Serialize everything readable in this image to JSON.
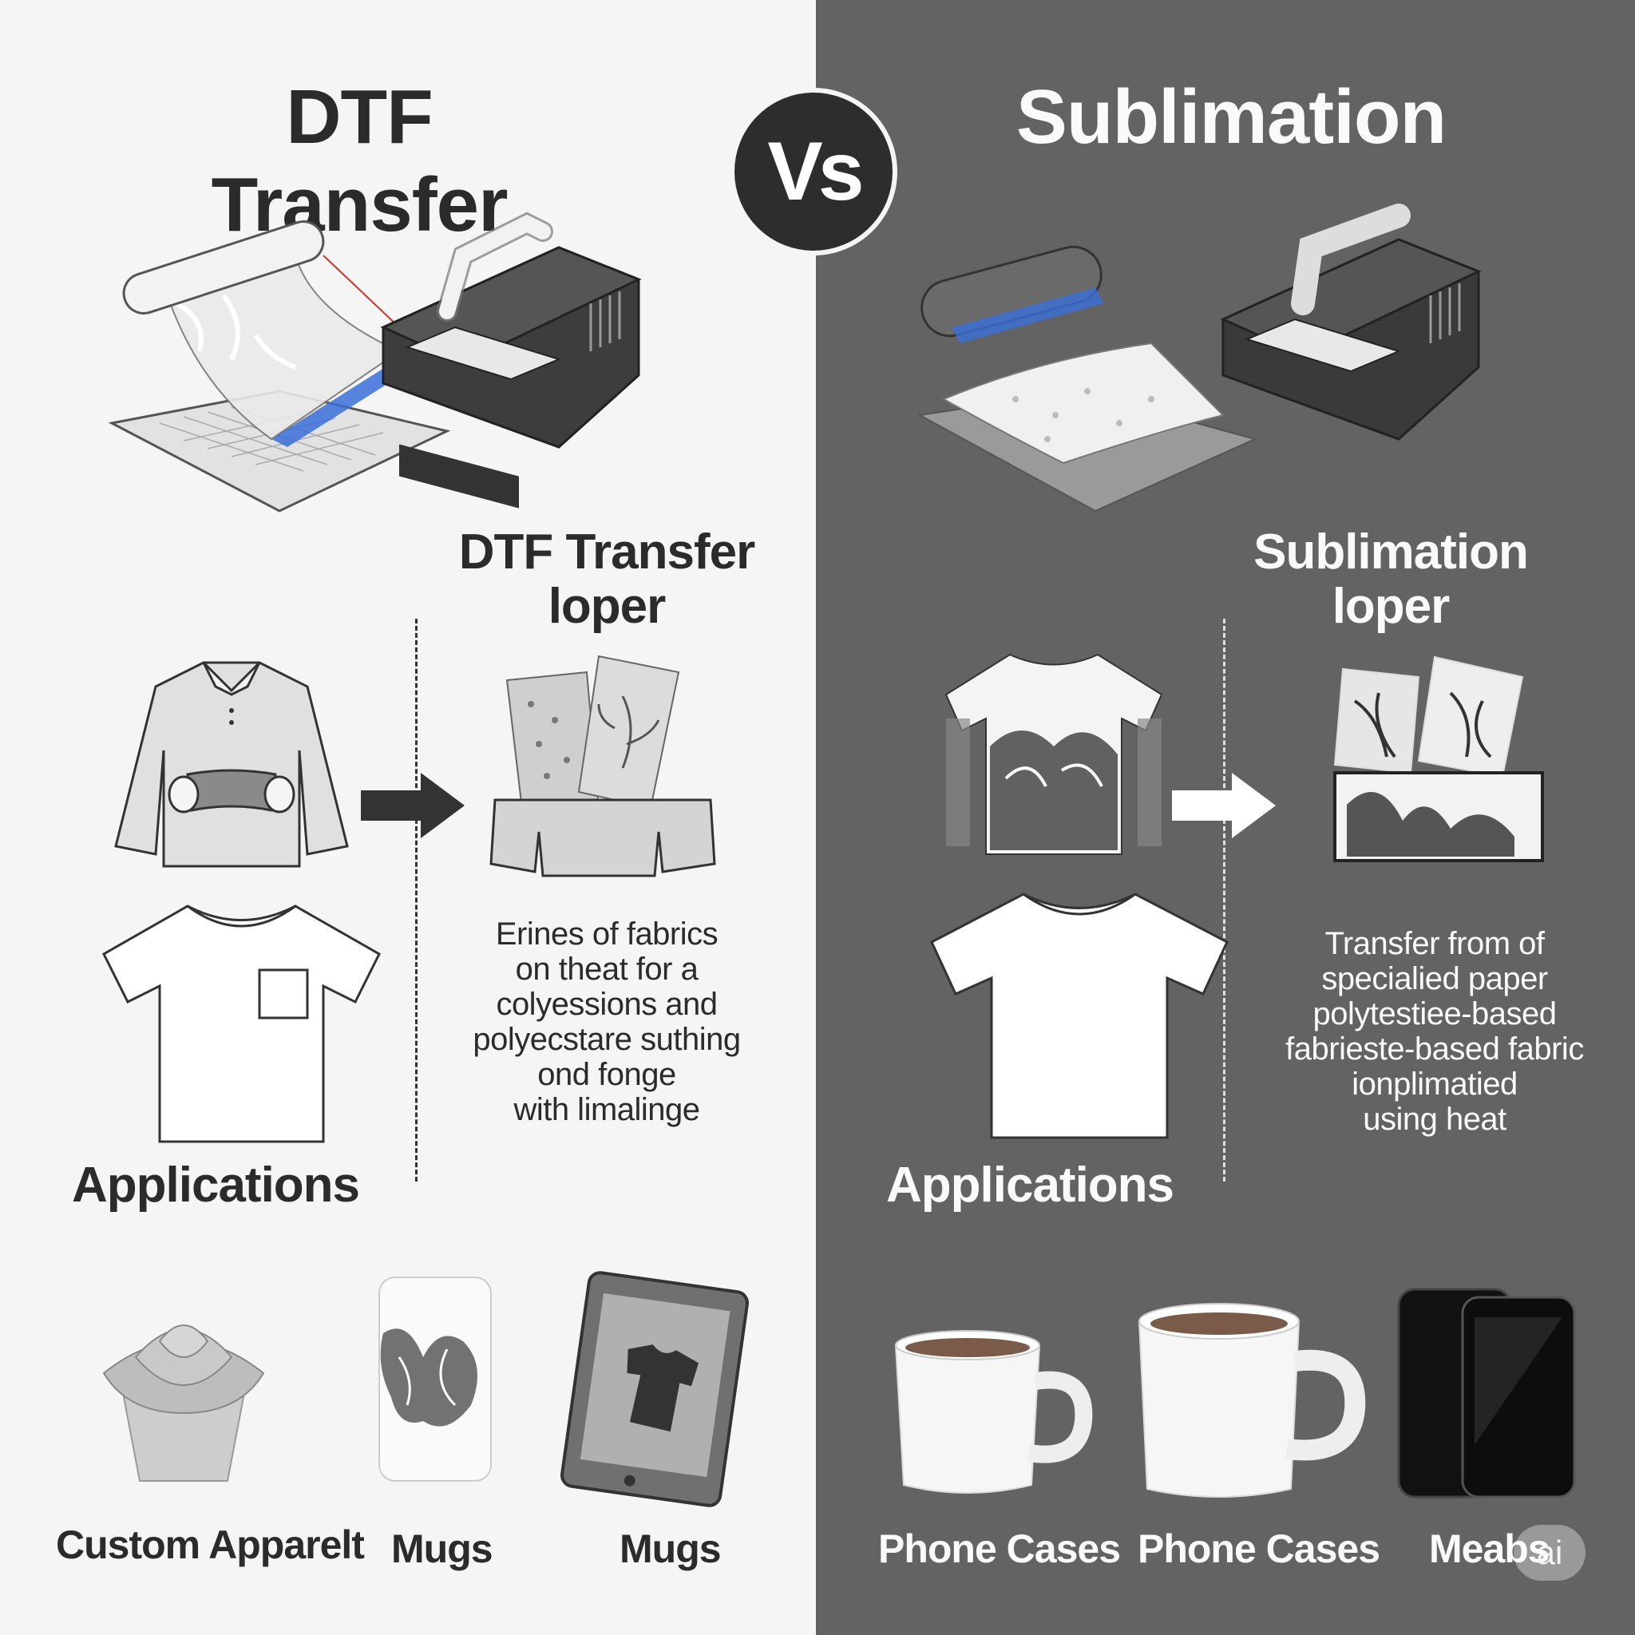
{
  "badge": {
    "vs": "Vs",
    "watermark": "ai"
  },
  "left": {
    "title": "DTF Transfer",
    "paper_heading_line1": "DTF Transfer",
    "paper_heading_line2": "loper",
    "description": [
      "Erines of fabrics",
      "on theat for a",
      "colyessions and",
      "polyecstare suthing",
      "ond fonge",
      "with limalinge"
    ],
    "applications_heading": "Applications",
    "products": [
      "Custom Apparelt",
      "Mugs",
      "Mugs"
    ]
  },
  "right": {
    "title": "Sublimation",
    "paper_heading_line1": "Sublimation",
    "paper_heading_line2": "loper",
    "description": [
      "Transfer from of",
      "specialied paper",
      "polytestiee-based",
      "fabrieste-based fabric",
      "ionplimatied",
      "using heat"
    ],
    "applications_heading": "Applications",
    "products": [
      "Phone Cases",
      "Phone Cases",
      "Meabs"
    ]
  },
  "colors": {
    "left_bg": "#f5f5f5",
    "right_bg": "#636363",
    "accent_blue": "#3a6fd8",
    "text_dark": "#2b2b2b",
    "text_light": "#fafafa"
  },
  "icons": [
    "dtf-printer-icon",
    "sublimation-printer-icon",
    "polo-shirt-icon",
    "tshirt-icon",
    "arrow-right-icon",
    "transfer-paper-icon",
    "rose-icon",
    "mug-icon",
    "tablet-icon",
    "phone-icon"
  ]
}
